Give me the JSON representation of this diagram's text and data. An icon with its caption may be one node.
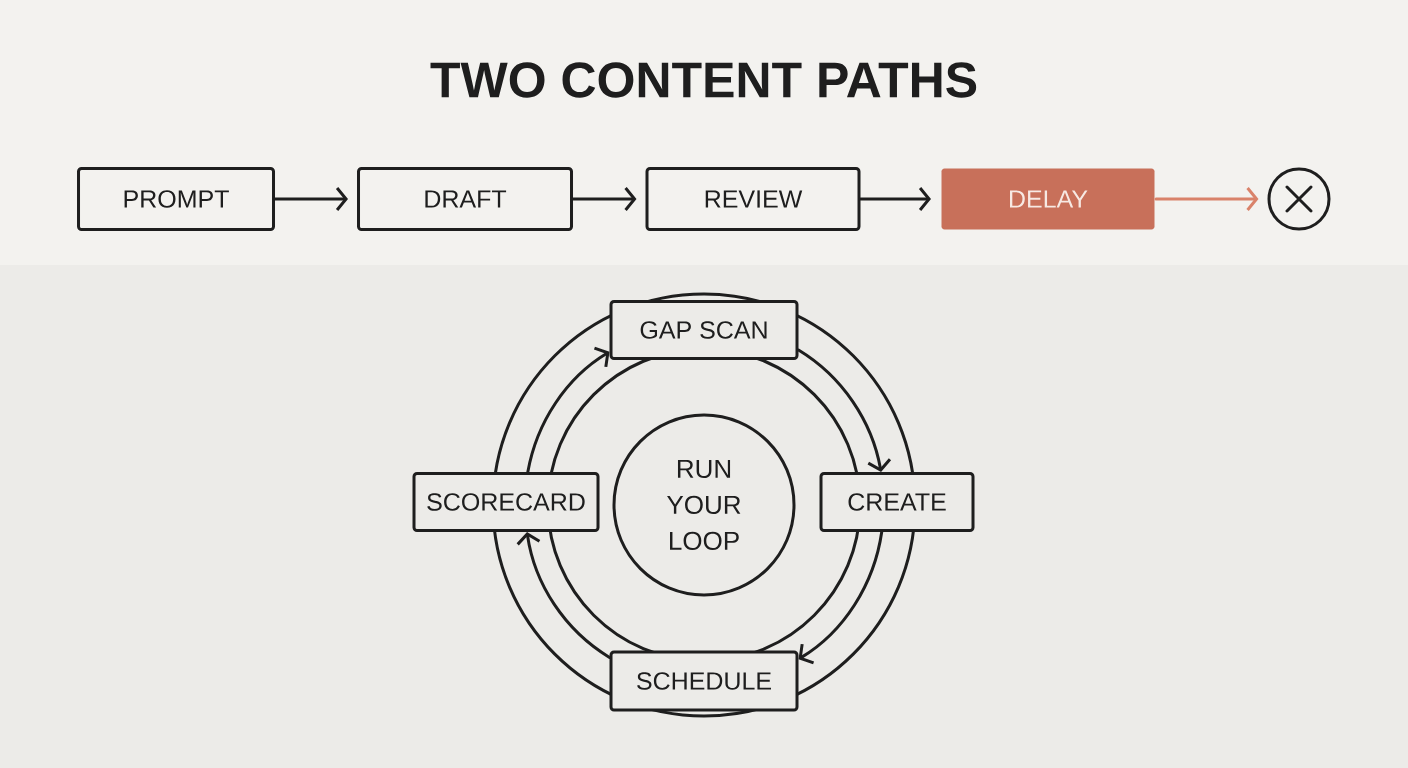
{
  "diagram": {
    "title": "TWO CONTENT PATHS",
    "nodes": [
      {
        "text": [
          "PROMPT"
        ]
      },
      {
        "text": [
          "DRAFT"
        ]
      },
      {
        "text": [
          "REVIEW"
        ]
      },
      {
        "text": [
          "DELAY"
        ]
      },
      {
        "text": [],
        "shape": "circle"
      },
      {
        "text": [
          "GAP SCAN"
        ]
      },
      {
        "text": [
          "CREATE"
        ]
      },
      {
        "text": [
          "SCHEDULE"
        ]
      },
      {
        "text": [
          "SCORECARD"
        ]
      },
      {
        "text": [
          "RUN YOUR LOOP"
        ]
      }
    ],
    "edges": [
      {
        "from": 0,
        "to": 1,
        "arrow": "to"
      },
      {
        "from": 1,
        "to": 2,
        "arrow": "to"
      },
      {
        "from": 2,
        "to": 3,
        "arrow": "to"
      },
      {
        "from": 3,
        "to": 4,
        "arrow": "to",
        "color": "#d9826a"
      },
      {
        "from": 5,
        "to": 6,
        "arrow": "to"
      },
      {
        "from": 6,
        "to": 7,
        "arrow": "to"
      },
      {
        "from": 7,
        "to": 8,
        "arrow": "to"
      },
      {
        "from": 8,
        "to": 5,
        "arrow": "to"
      }
    ]
  }
}
